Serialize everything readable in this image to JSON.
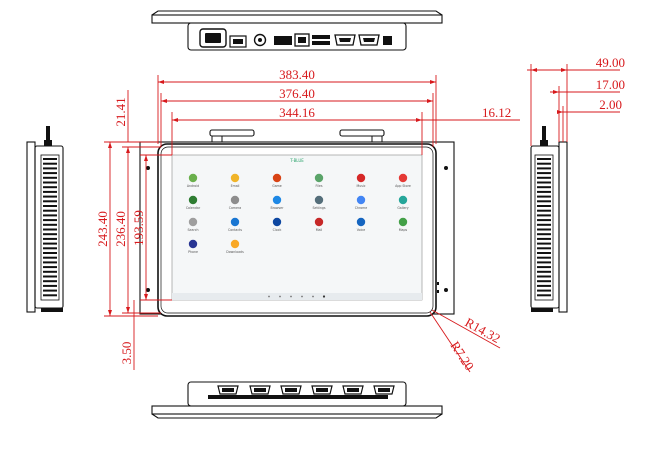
{
  "dimensions": {
    "top_widths": [
      "383.40",
      "376.40",
      "344.16"
    ],
    "top_offset": "16.12",
    "left_heights": [
      "243.40",
      "236.40",
      "193.59"
    ],
    "top_margin": "21.41",
    "bottom_margin": "3.50",
    "side_depths": [
      "49.00",
      "17.00",
      "2.00"
    ],
    "radii": [
      "R14.32",
      "R7.20"
    ]
  },
  "screen": {
    "header_text": "T-BLUE",
    "apps": [
      {
        "label": "Android",
        "color": "#6ab04c"
      },
      {
        "label": "Email",
        "color": "#f0b429"
      },
      {
        "label": "Game",
        "color": "#d84315"
      },
      {
        "label": "Files",
        "color": "#5aa469"
      },
      {
        "label": "Music",
        "color": "#d62828"
      },
      {
        "label": "App Store",
        "color": "#e53935"
      },
      {
        "label": "Calendar",
        "color": "#2e7d32"
      },
      {
        "label": "Camera",
        "color": "#8d8d8d"
      },
      {
        "label": "Browser",
        "color": "#1e88e5"
      },
      {
        "label": "Settings",
        "color": "#546e7a"
      },
      {
        "label": "Chrome",
        "color": "#4285f4"
      },
      {
        "label": "Gallery",
        "color": "#26a69a"
      },
      {
        "label": "Search",
        "color": "#9e9e9e"
      },
      {
        "label": "Contacts",
        "color": "#1976d2"
      },
      {
        "label": "Clock",
        "color": "#0d47a1"
      },
      {
        "label": "Mail",
        "color": "#c62828"
      },
      {
        "label": "Voice",
        "color": "#1565c0"
      },
      {
        "label": "Maps",
        "color": "#43a047"
      },
      {
        "label": "Phone",
        "color": "#283593"
      },
      {
        "label": "Downloads",
        "color": "#f9a825"
      }
    ]
  }
}
